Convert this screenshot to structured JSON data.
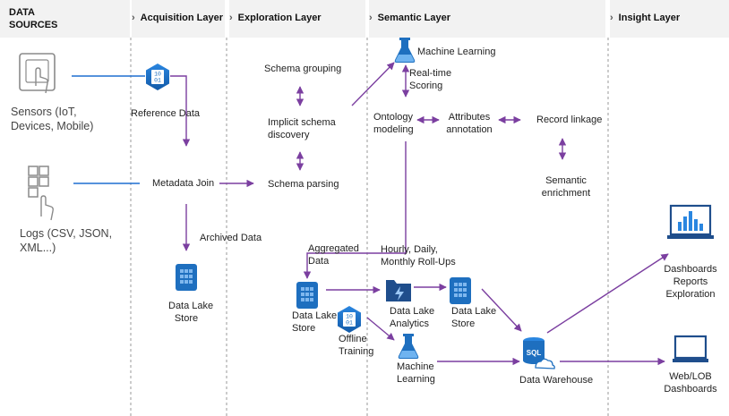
{
  "headers": {
    "data_sources_line1": "DATA",
    "data_sources_line2": "SOURCES",
    "chevron": "›",
    "acquisition": "Acquisition Layer",
    "exploration": "Exploration Layer",
    "semantic": "Semantic Layer",
    "insight": "Insight Layer"
  },
  "sources": {
    "sensors_line1": "Sensors (IoT,",
    "sensors_line2": "Devices, Mobile)",
    "logs_line1": "Logs (CSV, JSON,",
    "logs_line2": "XML...)"
  },
  "acquisition": {
    "reference_data": "Reference Data",
    "metadata_join": "Metadata Join",
    "archived_data": "Archived Data",
    "store_line1": "Data Lake",
    "store_line2": "Store"
  },
  "exploration": {
    "schema_grouping": "Schema grouping",
    "implicit_line1": "Implicit schema",
    "implicit_line2": "discovery",
    "schema_parsing": "Schema parsing",
    "aggregated_line1": "Aggregated",
    "aggregated_line2": "Data",
    "store_line1": "Data Lake",
    "store_line2": "Store",
    "offline_line1": "Offline",
    "offline_line2": "Training"
  },
  "semantic": {
    "ml_top": "Machine Learning",
    "realtime_line1": "Real-time",
    "realtime_line2": "Scoring",
    "ontology_line1": "Ontology",
    "ontology_line2": "modeling",
    "attributes_line1": "Attributes",
    "attributes_line2": "annotation",
    "record_linkage": "Record linkage",
    "enrichment_line1": "Semantic",
    "enrichment_line2": "enrichment",
    "rollups_line1": "Hourly, Daily,",
    "rollups_line2": "Monthly Roll-Ups",
    "analytics_line1": "Data Lake",
    "analytics_line2": "Analytics",
    "store_line1": "Data Lake",
    "store_line2": "Store",
    "ml_bottom_line1": "Machine",
    "ml_bottom_line2": "Learning",
    "warehouse": "Data Warehouse",
    "sql_label": "SQL",
    "binary_label": "10\n01"
  },
  "insight": {
    "dashboards_line1": "Dashboards",
    "dashboards_line2": "Reports",
    "dashboards_line3": "Exploration",
    "lob_line1": "Web/LOB",
    "lob_line2": "Dashboards"
  },
  "colors": {
    "purple": "#7b3fa0",
    "blue": "#1f6fd1",
    "azure": "#1e6fbf",
    "navy": "#1f4e8c",
    "gray_icon": "#8a8a8a"
  },
  "icons": [
    "sensor-touch-icon",
    "logs-grid-icon",
    "binary-hexagon-icon",
    "data-lake-store-icon",
    "analytics-folder-icon",
    "machine-learning-flask-icon",
    "sql-database-icon",
    "bar-chart-laptop-icon",
    "laptop-icon"
  ]
}
